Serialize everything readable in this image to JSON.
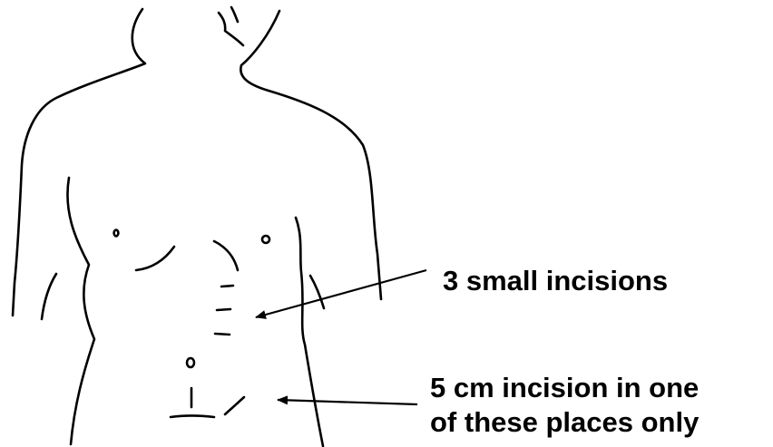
{
  "labels": {
    "small_incisions": "3 small incisions",
    "large_incision_line1": "5 cm incision in one",
    "large_incision_line2": "of these places only"
  },
  "colors": {
    "ink": "#000000",
    "background": "#ffffff"
  }
}
